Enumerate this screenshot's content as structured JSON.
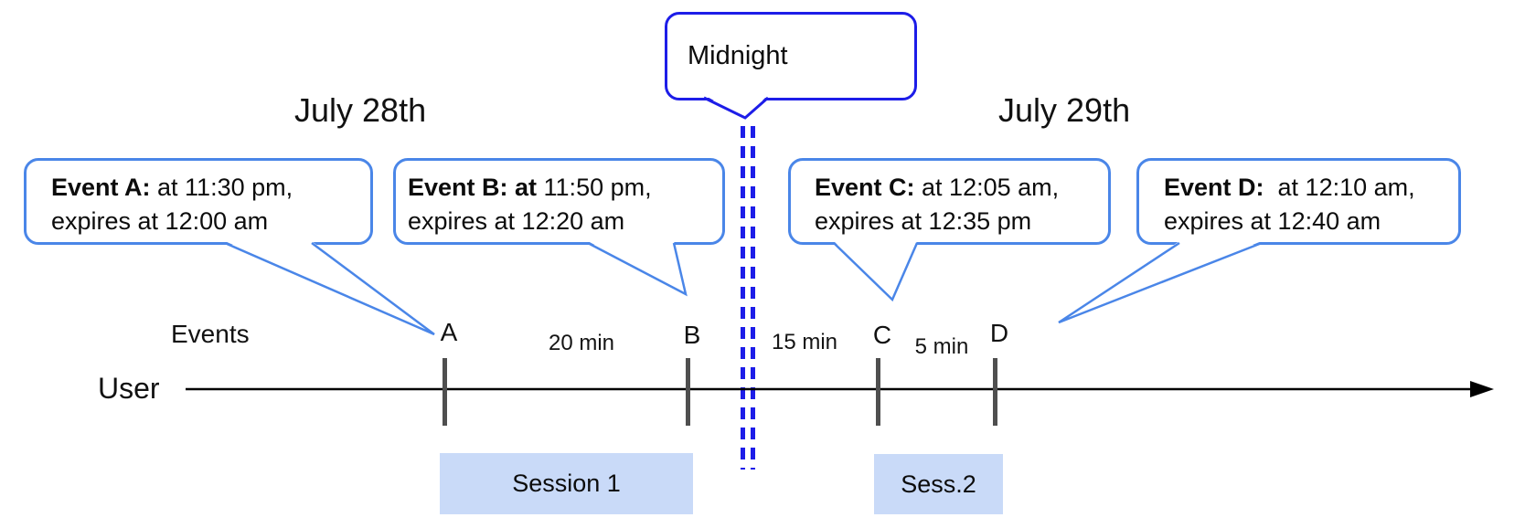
{
  "diagram": {
    "title_dates": {
      "left": "July 28th",
      "right": "July 29th"
    },
    "midnight": {
      "label": "Midnight"
    },
    "axis": {
      "events_label": "Events",
      "user_label": "User"
    },
    "event_marks": [
      "A",
      "B",
      "C",
      "D"
    ],
    "intervals": [
      {
        "label": "20 min"
      },
      {
        "label": "15 min"
      },
      {
        "label": "5 min"
      }
    ],
    "callouts": [
      {
        "bold": "Event A:",
        "regular": " at 11:30 pm,",
        "line2": "expires at 12:00 am"
      },
      {
        "bold": "Event B: at",
        "regular": " 11:50 pm,",
        "line2": "expires at 12:20 am"
      },
      {
        "bold": "Event C:",
        "regular": " at 12:05 am,",
        "line2": "expires at 12:35 pm"
      },
      {
        "bold": "Event D:",
        "regular": "  at 12:10 am,",
        "line2": "expires at 12:40 am"
      }
    ],
    "sessions": [
      {
        "label": "Session 1"
      },
      {
        "label": "Sess.2"
      }
    ],
    "colors": {
      "callout_border": "#4a86e8",
      "midnight_blue": "#1d1de8",
      "session_fill": "#c9daf8",
      "tick_gray": "#4f4f4f",
      "axis_black": "#000000"
    }
  }
}
